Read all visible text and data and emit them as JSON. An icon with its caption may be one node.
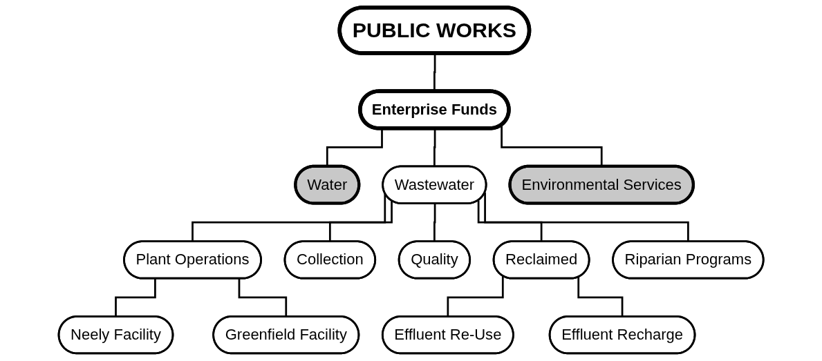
{
  "diagram": {
    "nodes": [
      {
        "text": [
          "PUBLIC WORKS"
        ]
      },
      {
        "text": [
          "Enterprise Funds"
        ]
      },
      {
        "text": [
          "Water"
        ]
      },
      {
        "text": [
          "Wastewater"
        ]
      },
      {
        "text": [
          "Environmental Services"
        ]
      },
      {
        "text": [
          "Plant Operations"
        ]
      },
      {
        "text": [
          "Collection"
        ]
      },
      {
        "text": [
          "Quality"
        ]
      },
      {
        "text": [
          "Reclaimed"
        ]
      },
      {
        "text": [
          "Neely Facility"
        ]
      },
      {
        "text": [
          "Riparian Programs"
        ]
      },
      {
        "text": [
          "Effluent Re-Use"
        ]
      },
      {
        "text": [
          "Greenfield Facility"
        ]
      },
      {
        "text": [
          "Effluent Recharge"
        ]
      }
    ],
    "edges": [
      {
        "from": 0,
        "to": 1,
        "arrow": "none"
      },
      {
        "from": 1,
        "to": 2,
        "arrow": "none"
      },
      {
        "from": 1,
        "to": 3,
        "arrow": "none"
      },
      {
        "from": 1,
        "to": 4,
        "arrow": "none"
      },
      {
        "from": 3,
        "to": 5,
        "arrow": "none"
      },
      {
        "from": 3,
        "to": 6,
        "arrow": "none"
      },
      {
        "from": 3,
        "to": 7,
        "arrow": "none"
      },
      {
        "from": 3,
        "to": 8,
        "arrow": "none"
      },
      {
        "from": 3,
        "to": 10,
        "arrow": "none"
      },
      {
        "from": 5,
        "to": 9,
        "arrow": "none"
      },
      {
        "from": 5,
        "to": 12,
        "arrow": "none"
      },
      {
        "from": 8,
        "to": 11,
        "arrow": "none"
      },
      {
        "from": 8,
        "to": 13,
        "arrow": "none"
      }
    ]
  }
}
